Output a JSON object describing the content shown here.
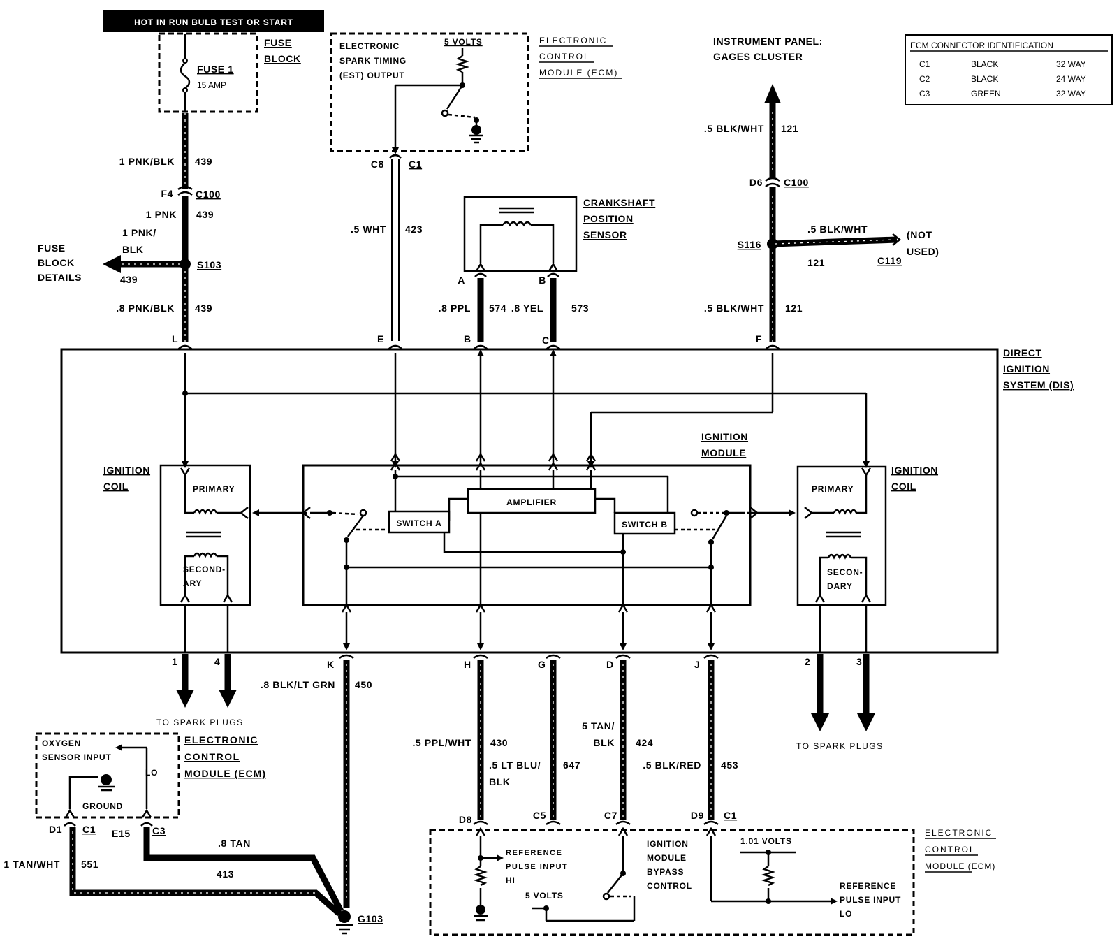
{
  "top_banner": "HOT IN RUN BULB TEST OR START",
  "fuse_block": {
    "title1": "FUSE",
    "title2": "BLOCK",
    "fuse_name": "FUSE 1",
    "fuse_rating": "15 AMP"
  },
  "ecm_top": {
    "name_lines": [
      "ELECTRONIC",
      "CONTROL",
      "MODULE (ECM)"
    ],
    "output_lines": [
      "ELECTRONIC",
      "SPARK TIMING",
      "(EST) OUTPUT"
    ],
    "volts": "5 VOLTS",
    "pin": "C8",
    "connector": "C1"
  },
  "wire_est": {
    "gauge_color": ".5 WHT",
    "circuit": "423"
  },
  "power_wire": {
    "gauge1": "1 PNK/BLK",
    "circuit1": "439",
    "pin": "F4",
    "connector": "C100",
    "gauge2": "1 PNK",
    "circuit2": "439",
    "splice": "S103",
    "branch_gauge_a": "1 PNK/",
    "branch_gauge_b": "BLK",
    "branch_circuit": "439",
    "branch_dest": [
      "FUSE",
      "BLOCK",
      "DETAILS"
    ],
    "gauge3": ".8 PNK/BLK",
    "circuit3": "439"
  },
  "crank_sensor": {
    "title": [
      "CRANKSHAFT",
      "POSITION",
      "SENSOR"
    ],
    "pin_a": "A",
    "pin_b": "B",
    "wire_a_gauge": ".8 PPL",
    "wire_a_circuit": "574",
    "wire_b_gauge": ".8 YEL",
    "wire_b_circuit": "573"
  },
  "instrument": {
    "title1": "INSTRUMENT PANEL:",
    "title2": "GAGES CLUSTER",
    "gauge1": ".5 BLK/WHT",
    "circuit1": "121",
    "pin": "D6",
    "connector": "C100",
    "splice": "S116",
    "branch_gauge": ".5 BLK/WHT",
    "branch_circuit": "121",
    "branch_connector": "C119",
    "branch_note": [
      "(NOT",
      "USED)"
    ],
    "gauge2": ".5 BLK/WHT",
    "circuit2": "121"
  },
  "connector_table": {
    "title": "ECM CONNECTOR IDENTIFICATION",
    "rows": [
      {
        "id": "C1",
        "color": "BLACK",
        "way": "32 WAY"
      },
      {
        "id": "C2",
        "color": "BLACK",
        "way": "24 WAY"
      },
      {
        "id": "C3",
        "color": "GREEN",
        "way": "32 WAY"
      }
    ]
  },
  "dis": {
    "title": [
      "DIRECT",
      "IGNITION",
      "SYSTEM (DIS)"
    ],
    "top_pins": [
      "L",
      "E",
      "B",
      "C",
      "F"
    ],
    "bottom_pins": [
      "1",
      "4",
      "K",
      "H",
      "G",
      "D",
      "J",
      "2",
      "3"
    ],
    "coil_title": [
      "IGNITION",
      "COIL"
    ],
    "primary": "PRIMARY",
    "secondary_left": [
      "SECOND-",
      "ARY"
    ],
    "secondary_right": [
      "SECON-",
      "DARY"
    ],
    "module_title": [
      "IGNITION",
      "MODULE"
    ],
    "amplifier": "AMPLIFIER",
    "switch_a": "SWITCH A",
    "switch_b": "SWITCH B"
  },
  "spark_plugs": "TO SPARK PLUGS",
  "ecm_left": {
    "name_lines": [
      "ELECTRONIC",
      "CONTROL",
      "MODULE (ECM)"
    ],
    "input_lines": [
      "OXYGEN",
      "SENSOR INPUT"
    ],
    "ground": "GROUND",
    "lo": "LO",
    "pin_d1": "D1",
    "conn_c1": "C1",
    "pin_e15": "E15",
    "conn_c3": "C3"
  },
  "bottom_wires": {
    "k_gauge": ".8 BLK/LT GRN",
    "k_circuit": "450",
    "tan_wht_gauge": "1 TAN/WHT",
    "tan_wht_circuit": "551",
    "tan_gauge": ".8 TAN",
    "tan_circuit": "413",
    "ground": "G103",
    "h_gauge": ".5 PPL/WHT",
    "h_circuit": "430",
    "g_gauge_a": ".5 LT BLU/",
    "g_gauge_b": "BLK",
    "g_circuit": "647",
    "d_gauge_a": "5 TAN/",
    "d_gauge_b": "BLK",
    "d_circuit": "424",
    "j_gauge": ".5 BLK/RED",
    "j_circuit": "453"
  },
  "ecm_bottom": {
    "name_lines": [
      "ELECTRONIC",
      "CONTROL",
      "MODULE (ECM)"
    ],
    "pins": [
      "D8",
      "C5",
      "C7",
      "D9"
    ],
    "connector": "C1",
    "ref_hi": [
      "REFERENCE",
      "PULSE INPUT",
      "HI"
    ],
    "volts5": "5 VOLTS",
    "bypass": [
      "IGNITION",
      "MODULE",
      "BYPASS",
      "CONTROL"
    ],
    "volts101": "1.01 VOLTS",
    "ref_lo": [
      "REFERENCE",
      "PULSE INPUT",
      "LO"
    ]
  }
}
